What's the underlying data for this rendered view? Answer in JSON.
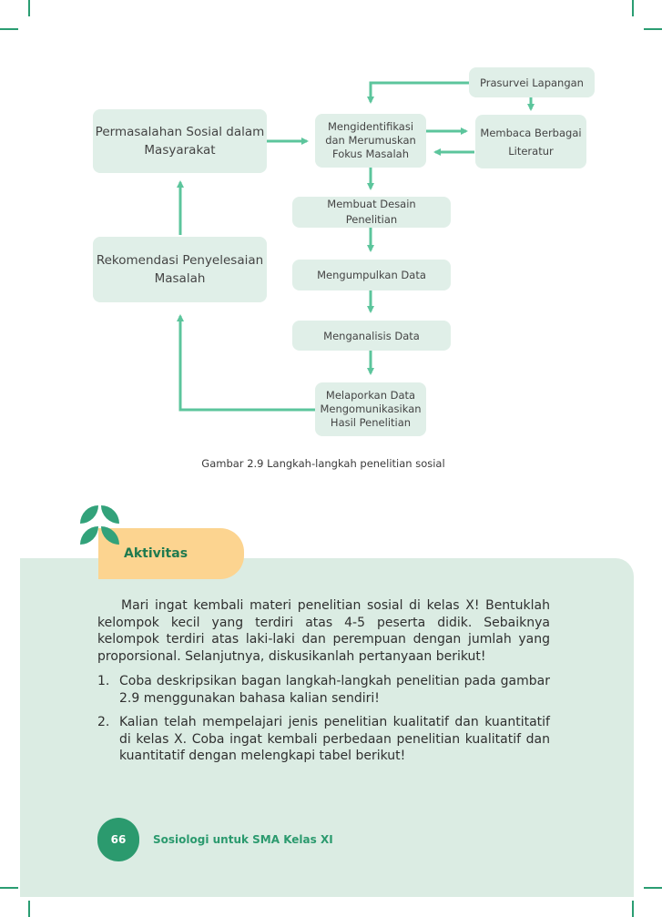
{
  "diagram": {
    "nodes": {
      "problems": "Permasalahan Sosial dalam\nMasyarakat",
      "identify": "Mengidentifikasi\ndan Merumuskan\nFokus Masalah",
      "literature": "Membaca Berbagai\nLiteratur",
      "presurvey": "Prasurvei Lapangan",
      "design": "Membuat Desain\nPenelitian",
      "collect": "Mengumpulkan Data",
      "analyze": "Menganalisis Data",
      "report": "Melaporkan Data\nMengomunikasikan\nHasil Penelitian",
      "recommend": "Rekomendasi Penyelesaian\nMasalah"
    },
    "caption": "Gambar 2.9 Langkah-langkah penelitian sosial"
  },
  "activity": {
    "title": "Aktivitas",
    "intro": "Mari ingat kembali materi penelitian sosial di kelas X! Bentuklah kelompok kecil yang terdiri atas 4-5 peserta didik. Sebaiknya kelompok terdiri atas laki-laki dan perempuan dengan jumlah yang proporsional. Selanjutnya, diskusikanlah pertanyaan berikut!",
    "items": [
      {
        "num": "1.",
        "text": "Coba deskripsikan bagan langkah-langkah penelitian pada gambar 2.9 menggunakan bahasa kalian sendiri!"
      },
      {
        "num": "2.",
        "text": "Kalian telah mempelajari jenis penelitian kualitatif dan kuantitatif di kelas X. Coba ingat kembali perbedaan penelitian kualitatif dan kuantitatif dengan melengkapi tabel berikut!"
      }
    ]
  },
  "footer": {
    "page_number": "66",
    "book_title": "Sosiologi untuk SMA Kelas XI"
  },
  "colors": {
    "accent": "#2b9a6e",
    "arrow": "#5cc59c",
    "box": "#e0efe8",
    "panel": "#dbece3",
    "tab": "#fcd490"
  }
}
